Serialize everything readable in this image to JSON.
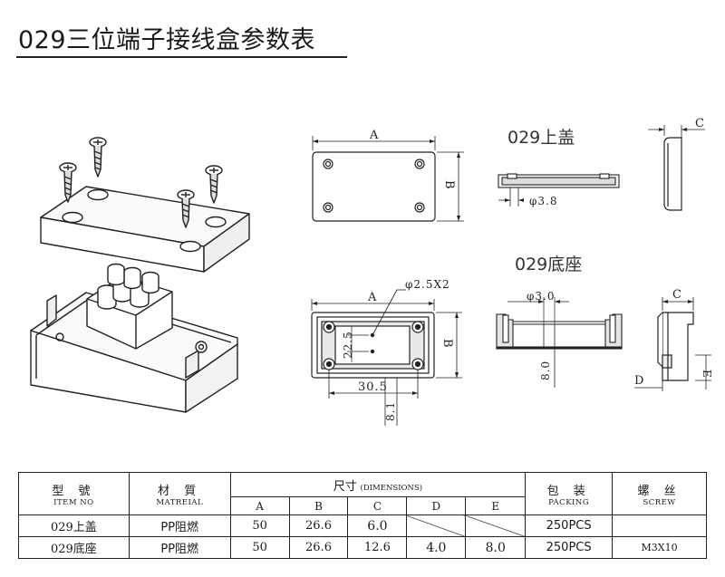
{
  "page": {
    "title": "029三位端子接线盒参数表"
  },
  "views": {
    "top_cover_label": "029上盖",
    "base_label": "029底座"
  },
  "dimension_labels": {
    "a": "A",
    "b": "B",
    "c": "C",
    "d": "D",
    "e": "E",
    "hole_cover": "φ3.8",
    "hole_base": "φ3.0",
    "hole_pattern": "φ2.5X2",
    "spacing_y": "22.5",
    "spacing_x": "30.5",
    "offset": "8.1",
    "depth": "8.0"
  },
  "table": {
    "headers": {
      "item_cn": "型 號",
      "item_en": "ITEM NO",
      "material_cn": "材 質",
      "material_en": "MATREIAL",
      "dims_cn": "尺寸",
      "dims_en": "(DIMENSIONS)",
      "packing_cn": "包 装",
      "packing_en": "PACKING",
      "screw_cn": "螺 丝",
      "screw_en": "SCREW"
    },
    "dim_columns": [
      "A",
      "B",
      "C",
      "D",
      "E"
    ],
    "rows": [
      {
        "item": "029上盖",
        "material": "PP阻燃",
        "a": "50",
        "b": "26.6",
        "c": "6.0",
        "d": "",
        "e": "",
        "packing": "250PCS",
        "screw": ""
      },
      {
        "item": "029底座",
        "material": "PP阻燃",
        "a": "50",
        "b": "26.6",
        "c": "12.6",
        "d": "4.0",
        "e": "8.0",
        "packing": "250PCS",
        "screw": "M3X10"
      }
    ]
  }
}
